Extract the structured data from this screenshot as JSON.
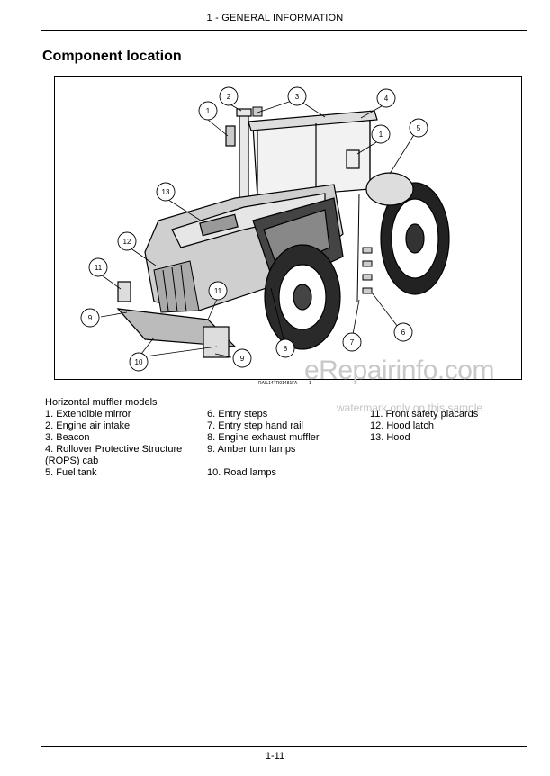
{
  "header": {
    "section": "1 - GENERAL INFORMATION"
  },
  "title": "Component location",
  "figure": {
    "code": "RAIL14TR01481FA",
    "number": "1",
    "callouts": [
      "1",
      "2",
      "3",
      "4",
      "5",
      "1",
      "13",
      "12",
      "11",
      "9",
      "11",
      "10",
      "9",
      "8",
      "7",
      "6"
    ]
  },
  "legend": {
    "heading": "Horizontal muffler models",
    "col1": [
      "1. Extendible mirror",
      "2. Engine air intake",
      "3. Beacon",
      "4.  Rollover Protective Structure",
      "(ROPS) cab",
      "5. Fuel tank"
    ],
    "col2": [
      "6. Entry steps",
      "7. Entry step hand rail",
      "8. Engine exhaust muffler",
      "9. Amber turn lamps",
      "10. Road lamps"
    ],
    "col3": [
      "11. Front safety placards",
      "12. Hood latch",
      "13. Hood"
    ]
  },
  "watermark": {
    "main": "eRepairinfo.com",
    "sub": "watermark only on this sample"
  },
  "footer": {
    "page": "1-11"
  }
}
